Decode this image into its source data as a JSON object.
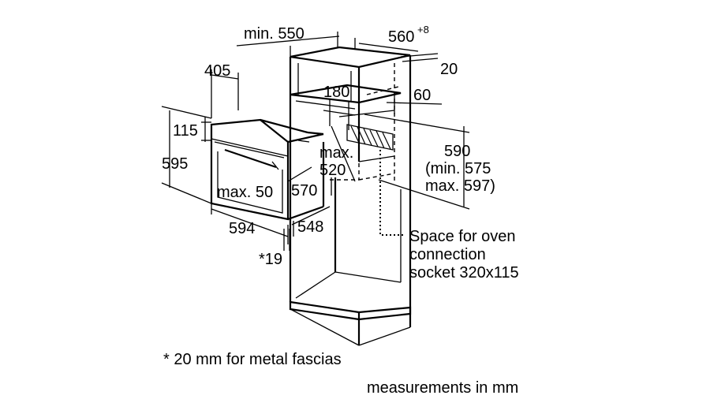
{
  "labels": {
    "min_550": "min. 550",
    "d560": "560",
    "d560_sup": "+8",
    "d20": "20",
    "d405": "405",
    "d180": "180",
    "d60": "60",
    "d115": "115",
    "d595": "595",
    "max_label": "max.",
    "d520": "520",
    "d590": "590",
    "min_575": "(min. 575",
    "max_597": "max. 597)",
    "max_50": "max. 50",
    "d570": "570",
    "d594": "594",
    "d548": "548",
    "note_19": "*19",
    "socket_line1": "Space for oven",
    "socket_line2": "connection",
    "socket_line3": "socket 320x115"
  },
  "footnote": "* 20 mm for metal fascias",
  "units_note": "measurements in mm"
}
